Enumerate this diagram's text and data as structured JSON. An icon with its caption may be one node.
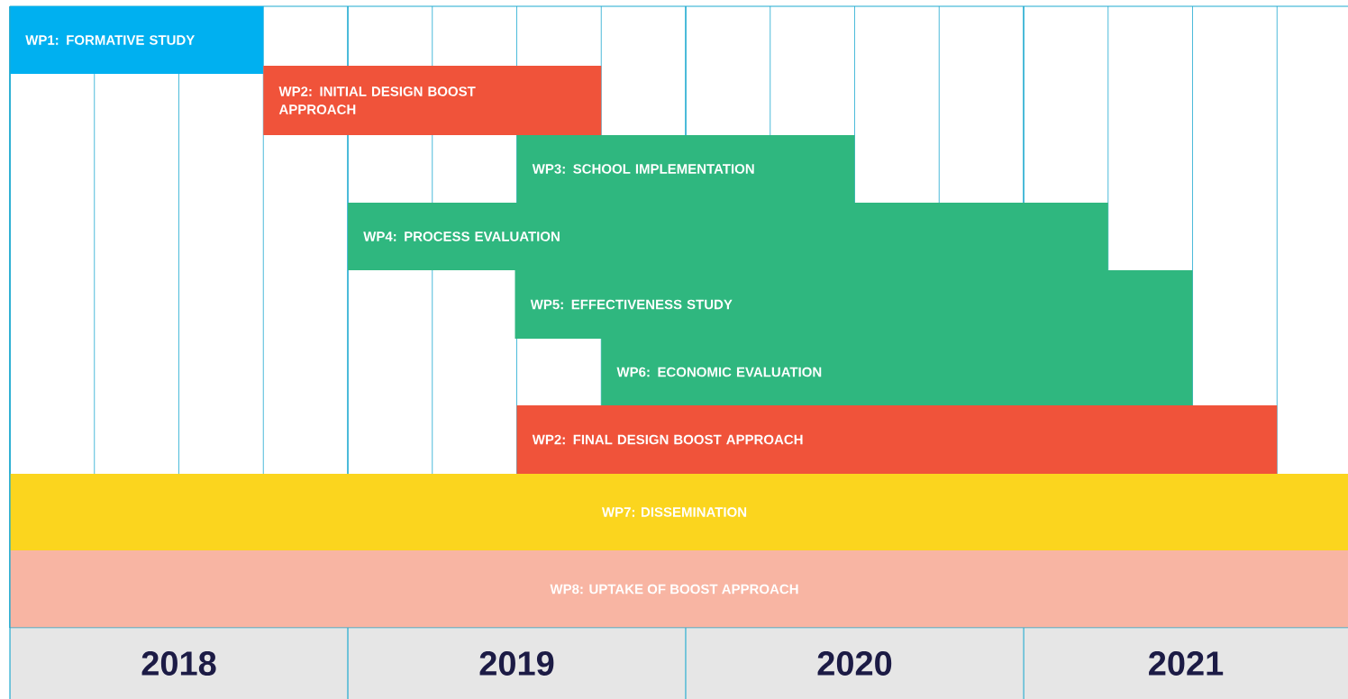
{
  "diagram": {
    "nodes": [
      {
        "text": [
          "WP1: FORMATIVE STUDY"
        ]
      },
      {
        "text": [
          "WP2: INITIAL DESIGN BOOST APPROACH"
        ]
      },
      {
        "text": [
          "WP3: SCHOOL IMPLEMENTATION"
        ]
      },
      {
        "text": [
          "WP4: PROCESS EVALUATION"
        ]
      },
      {
        "text": [
          "WP5: EFFECTIVENESS STUDY"
        ]
      },
      {
        "text": [
          "WP6: ECONOMIC EVALUATION"
        ]
      },
      {
        "text": [
          "WP2: FINAL DESIGN BOOST APPROACH"
        ]
      },
      {
        "text": [
          "WP7: DISSEMINATION"
        ]
      },
      {
        "text": [
          "WP8: UPTAKE OF BOOST APPROACH"
        ]
      },
      {
        "text": [
          "2018"
        ]
      },
      {
        "text": [
          "2019"
        ]
      },
      {
        "text": [
          "2020"
        ]
      },
      {
        "text": [
          "2021"
        ]
      }
    ]
  }
}
